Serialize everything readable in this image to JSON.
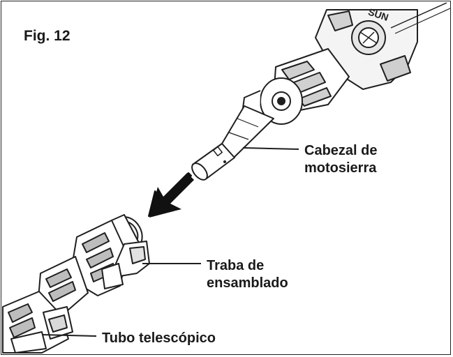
{
  "figure": {
    "title": "Fig. 12"
  },
  "labels": {
    "chainsaw_head": [
      "Cabezal de",
      "motosierra"
    ],
    "assembly_lock": [
      "Traba de",
      "ensamblado"
    ],
    "telescopic_tube": "Tubo telescópico"
  },
  "brand_fragment": "SUN",
  "colors": {
    "outline": "#1f1f1f",
    "shade": "#bdbdbd",
    "body": "#ffffff",
    "arrow": "#111111"
  },
  "icons": {
    "direction": "arrow-icon"
  }
}
